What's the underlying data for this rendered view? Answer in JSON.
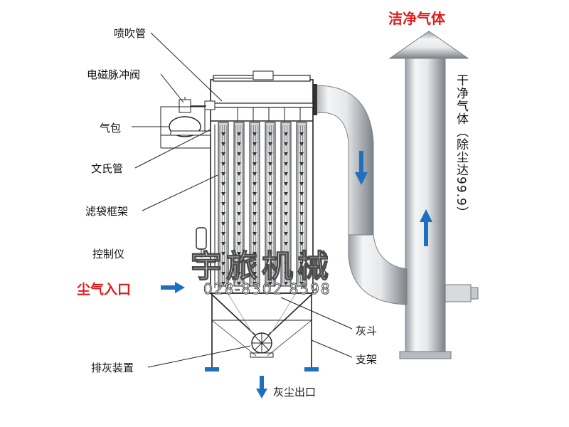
{
  "labels": {
    "blow_pipe": "喷吹管",
    "solenoid_valve": "电磁脉冲阀",
    "air_bag": "气包",
    "venturi": "文氏管",
    "bag_cage": "滤袋框架",
    "controller": "控制仪",
    "dust_inlet": "尘气入口",
    "ash_hopper": "灰斗",
    "support": "支架",
    "discharge": "排灰装置",
    "dust_outlet": "灰尘出口",
    "clean_gas": "洁净气体",
    "dry_gas": "干净气体（除尘达99.9）"
  },
  "watermark": {
    "company": "宇旅机械",
    "phone": "028-8302 8598"
  },
  "colors": {
    "accent_red": "#e11b1b",
    "arrow_blue": "#1f6fc0",
    "duct_light": "#eef0f2",
    "duct_dark": "#8a8f96"
  }
}
